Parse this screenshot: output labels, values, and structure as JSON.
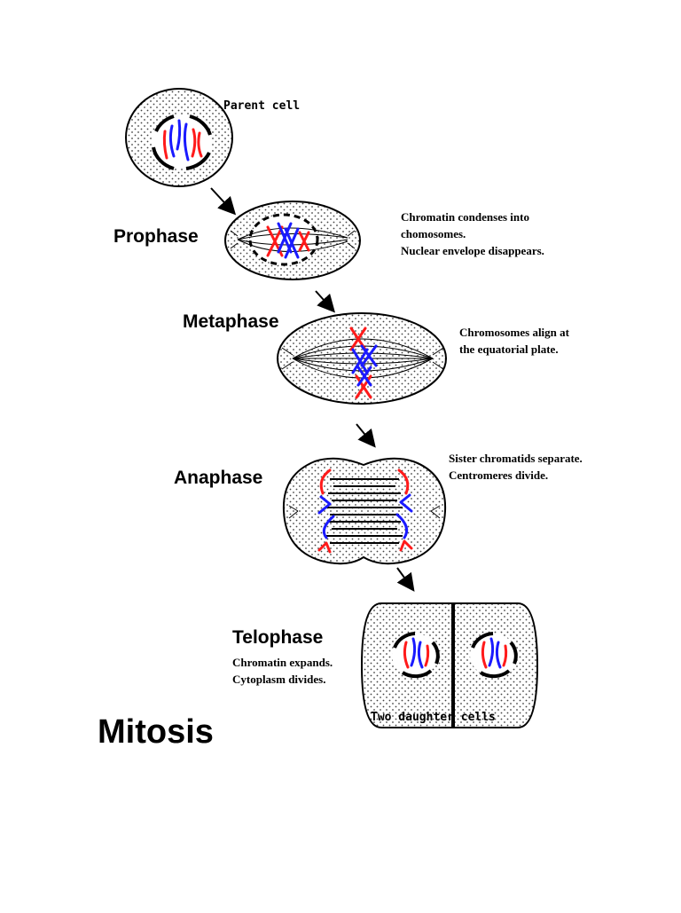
{
  "diagram": {
    "title": "Mitosis",
    "parent_cell_label": "Parent cell",
    "stages": [
      {
        "name": "Prophase",
        "description": "Chromatin condenses into\nchomosomes.\nNuclear envelope disappears."
      },
      {
        "name": "Metaphase",
        "description": "Chromosomes align at\nthe equatorial plate."
      },
      {
        "name": "Anaphase",
        "description": "Sister chromatids separate.\nCentromeres divide."
      },
      {
        "name": "Telophase",
        "description": "Chromatin expands.\nCytoplasm divides."
      }
    ],
    "daughter_cells_label": "Two daughter cells"
  },
  "colors": {
    "chromosome_red": "#ff1a1a",
    "chromosome_blue": "#1a1aff",
    "outline": "#000000",
    "cytoplasm": "#efefef"
  }
}
